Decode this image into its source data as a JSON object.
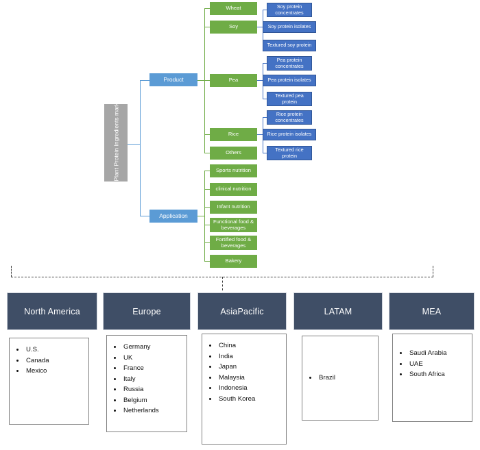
{
  "title": "Plant Protein Ingredients market for Food Application segmentation",
  "colors": {
    "root": "#a6a6a6",
    "level1": "#5B9BD5",
    "green": "#6FAC46",
    "blue_leaf": "#4472C4",
    "region_header": "#3F4E66",
    "connector_green": "#6FAC46",
    "connector_blue": "#4472C4",
    "dash": "#3f3f3f"
  },
  "root": {
    "label": "Plant Protein Ingredients market for Food Application"
  },
  "branches": [
    {
      "label": "Product"
    },
    {
      "label": "Application"
    }
  ],
  "product": {
    "label": "Product",
    "children": [
      {
        "label": "Wheat",
        "subs": []
      },
      {
        "label": "Soy",
        "subs": [
          "Soy protein concentrates",
          "Soy protein isolates",
          "Textured soy protein"
        ]
      },
      {
        "label": "Pea",
        "subs": [
          "Pea protein concentrates",
          "Pea protein isolates",
          "Textured pea protein"
        ]
      },
      {
        "label": "Rice",
        "subs": [
          "Rice protein concentrates",
          "Rice protein isolates",
          "Textured rice protein"
        ]
      },
      {
        "label": "Others",
        "subs": []
      }
    ]
  },
  "product_subs": [
    "Soy protein concentrates",
    "Soy protein isolates",
    "Textured soy protein",
    "Pea protein concentrates",
    "Pea protein isolates",
    "Textured pea protein",
    "Rice protein concentrates",
    "Rice protein isolates",
    "Textured rice protein"
  ],
  "application": {
    "label": "Application",
    "children": [
      "Sports nutrition",
      "clinical nutrition",
      "Infant nutrition",
      "Functional food & beverages",
      "Fortified food & beverages",
      "Bakery"
    ]
  },
  "regions": [
    {
      "name": "North America",
      "countries": [
        "U.S.",
        "Canada",
        "Mexico"
      ]
    },
    {
      "name": "Europe",
      "countries": [
        "Germany",
        "UK",
        "France",
        "Italy",
        "Russia",
        "Belgium",
        "Netherlands"
      ]
    },
    {
      "name": "AsiaPacific",
      "countries": [
        "China",
        "India",
        "Japan",
        "Malaysia",
        "Indonesia",
        "South Korea"
      ]
    },
    {
      "name": "LATAM",
      "countries": [
        "Brazil"
      ]
    },
    {
      "name": "MEA",
      "countries": [
        "Saudi Arabia",
        "UAE",
        "South Africa"
      ]
    }
  ]
}
